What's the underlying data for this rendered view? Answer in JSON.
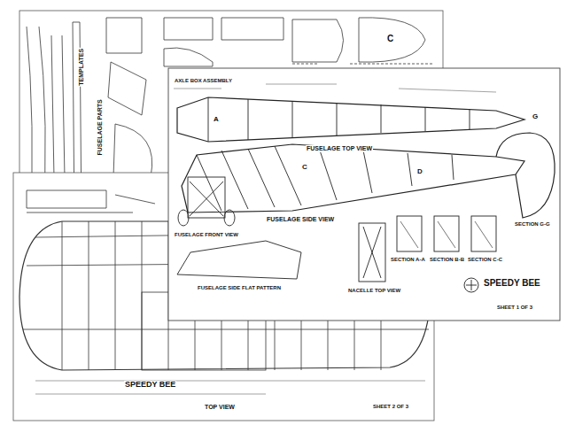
{
  "diagram": {
    "labels": [
      "TEMPLATES",
      "FUSELAGE PARTS",
      "C",
      "FUSELAGE TOP VIEW",
      "AXLE BOX ASSEMBLY",
      "FUSELAGE FRONT VIEW",
      "FUSELAGE SIDE VIEW",
      "FUSELAGE SIDE FLAT PATTERN",
      "NACELLE TOP VIEW",
      "SECTION A-A",
      "SECTION B-B",
      "SECTION C-C",
      "SECTION G-G",
      "A",
      "C",
      "D",
      "G",
      "SPEEDY BEE",
      "SHEET 1 OF 3",
      "TOP VIEW",
      "SPEEDY BEE",
      "SHEET 2 OF 3"
    ]
  }
}
